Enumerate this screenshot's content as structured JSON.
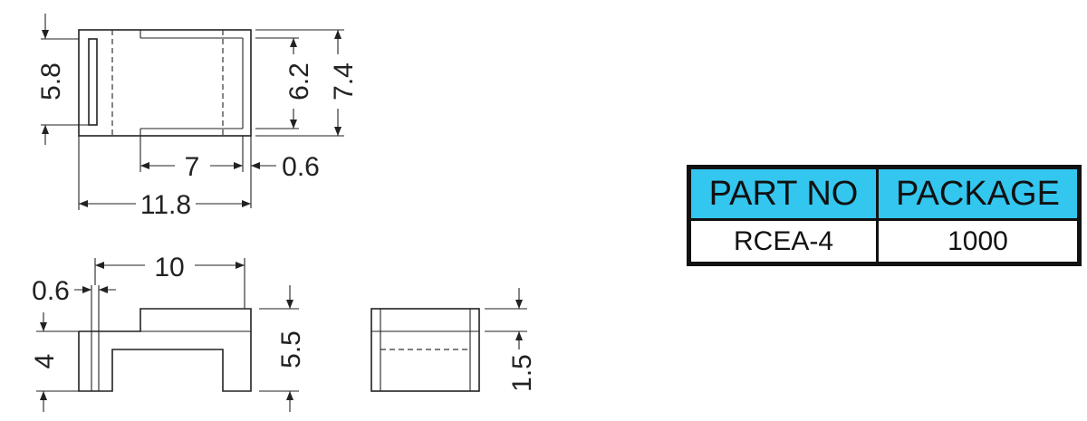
{
  "drawing": {
    "top_view": {
      "dim_height_inner": "5.8",
      "dim_height_slot": "6.2",
      "dim_height_total": "7.4",
      "dim_length_inner": "7",
      "dim_wall": "0.6",
      "dim_length_total": "11.8"
    },
    "side_view": {
      "dim_pin_pitch": "10",
      "dim_pin_width": "0.6",
      "dim_body_height": "4",
      "dim_total_height": "5.5"
    },
    "end_view": {
      "dim_depth": "1.5"
    }
  },
  "table": {
    "header_part": "PART NO",
    "header_package": "PACKAGE",
    "part_no": "RCEA-4",
    "package": "1000"
  },
  "colors": {
    "header_bg": "#33c6ef",
    "border": "#111111"
  }
}
